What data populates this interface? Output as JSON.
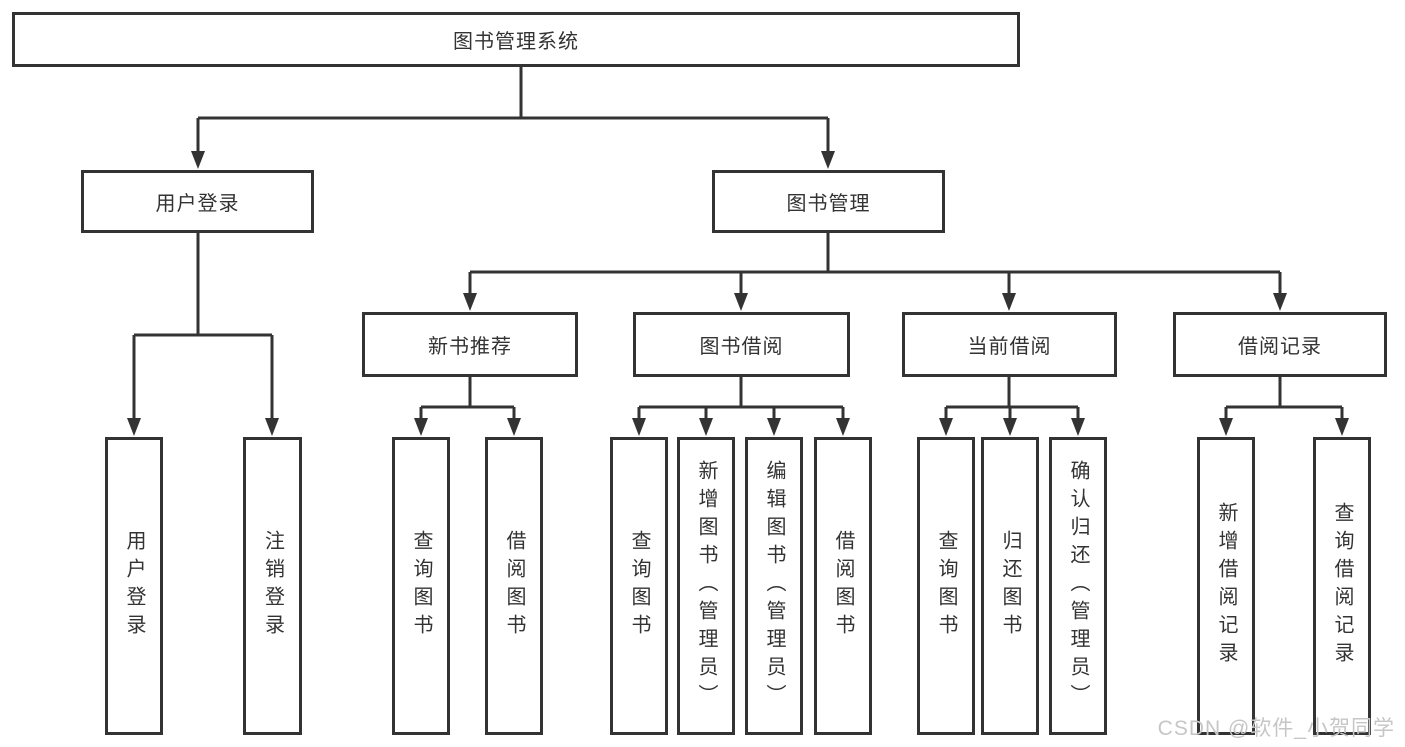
{
  "tree": {
    "root": "图书管理系统",
    "children": [
      {
        "label": "用户登录",
        "children": [
          {
            "label": "用户登录"
          },
          {
            "label": "注销登录"
          }
        ]
      },
      {
        "label": "图书管理",
        "children": [
          {
            "label": "新书推荐",
            "children": [
              {
                "label": "查询图书"
              },
              {
                "label": "借阅图书"
              }
            ]
          },
          {
            "label": "图书借阅",
            "children": [
              {
                "label": "查询图书"
              },
              {
                "label": "新增图书（管理员）"
              },
              {
                "label": "编辑图书（管理员）"
              },
              {
                "label": "借阅图书"
              }
            ]
          },
          {
            "label": "当前借阅",
            "children": [
              {
                "label": "查询图书"
              },
              {
                "label": "归还图书"
              },
              {
                "label": "确认归还（管理员）"
              }
            ]
          },
          {
            "label": "借阅记录",
            "children": [
              {
                "label": "新增借阅记录"
              },
              {
                "label": "查询借阅记录"
              }
            ]
          }
        ]
      }
    ]
  },
  "watermark": "CSDN @软件_小贺同学",
  "colors": {
    "line": "#333333",
    "text": "#333333",
    "background": "#ffffff",
    "watermark": "#c6c6c6"
  }
}
